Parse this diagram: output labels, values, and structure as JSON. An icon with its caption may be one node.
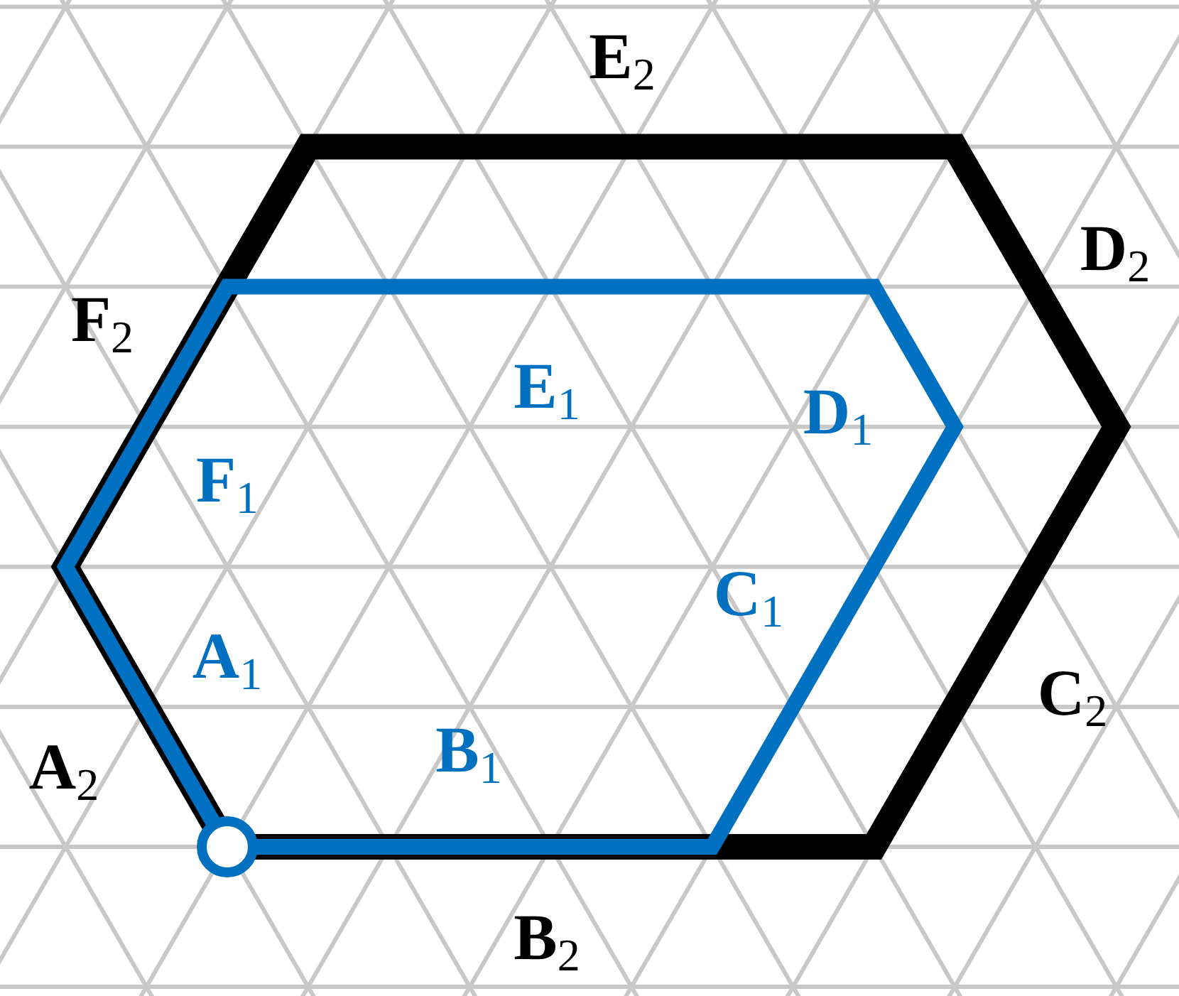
{
  "diagram": {
    "labels": [
      "**E**$_{2}$",
      "**D**$_{2}$",
      "**F**$_{2}$",
      "**E**$_{1}$",
      "**D**$_{1}$",
      "**F**$_{1}$",
      "**C**$_{1}$",
      "**A**$_{1}$",
      "**C**$_{2}$",
      "**B**$_{1}$",
      "**A**$_{2}$",
      "**B**$_{2}$"
    ]
  }
}
